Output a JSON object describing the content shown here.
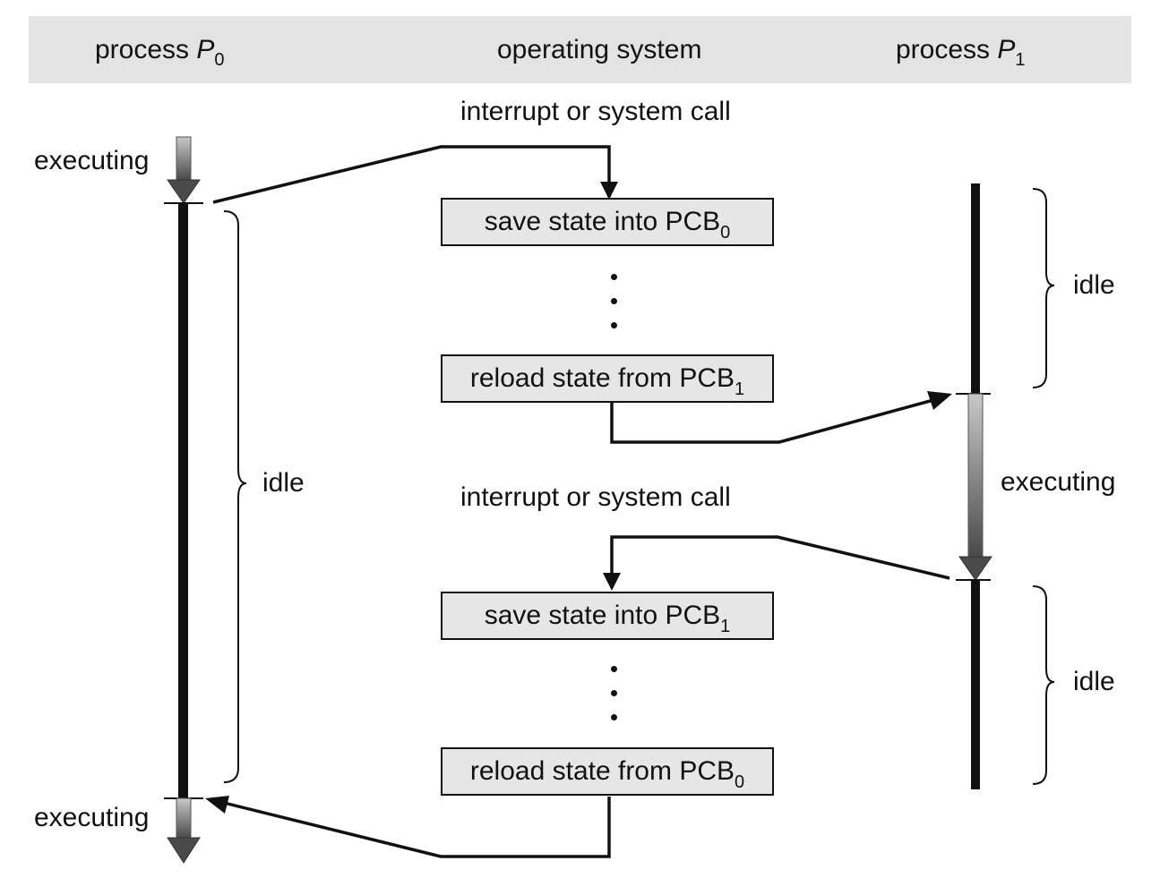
{
  "columns": {
    "p0": {
      "word": "process",
      "name": "P",
      "sub": "0"
    },
    "os": {
      "label": "operating system"
    },
    "p1": {
      "word": "process",
      "name": "P",
      "sub": "1"
    }
  },
  "os_steps": {
    "trigger_1": "interrupt or system call",
    "save_1": {
      "text": "save state into PCB",
      "sub": "0"
    },
    "reload_1": {
      "text": "reload state from PCB",
      "sub": "1"
    },
    "trigger_2": "interrupt or system call",
    "save_2": {
      "text": "save state into PCB",
      "sub": "1"
    },
    "reload_2": {
      "text": "reload state from PCB",
      "sub": "0"
    }
  },
  "p0_states": {
    "top": "executing",
    "middle": "idle",
    "bottom": "executing"
  },
  "p1_states": {
    "top": "idle",
    "middle": "executing",
    "bottom": "idle"
  },
  "colors": {
    "header_band": "#e3e3e3",
    "box_fill": "#e6e6e6",
    "line": "#111111",
    "exec_gradient_top": "#c8c8c8",
    "exec_gradient_bottom": "#4a4a4a"
  }
}
